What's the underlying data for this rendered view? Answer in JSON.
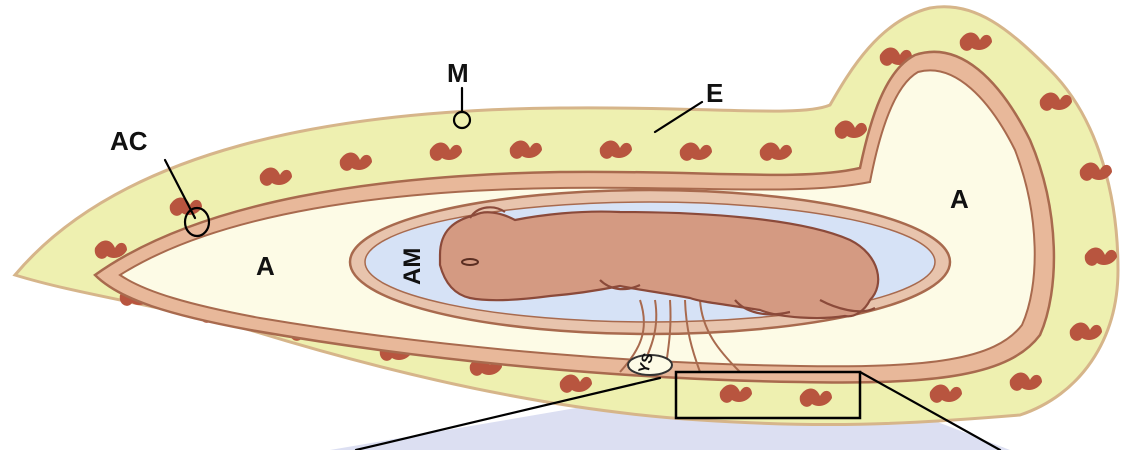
{
  "labels": {
    "m": "M",
    "e": "E",
    "ac": "AC",
    "a_left": "A",
    "a_right": "A",
    "am": "AM",
    "ys": "YS"
  },
  "colors": {
    "endometrium": "#eef0b0",
    "caruncle": "#b8553f",
    "chorion": "#e8b89a",
    "allantois": "#fdfbe6",
    "amnion_fluid": "#d6e2f6",
    "fetus": "#d49a82",
    "fetus_outline": "#8b4a3a",
    "callout": "#d8dcf0"
  }
}
